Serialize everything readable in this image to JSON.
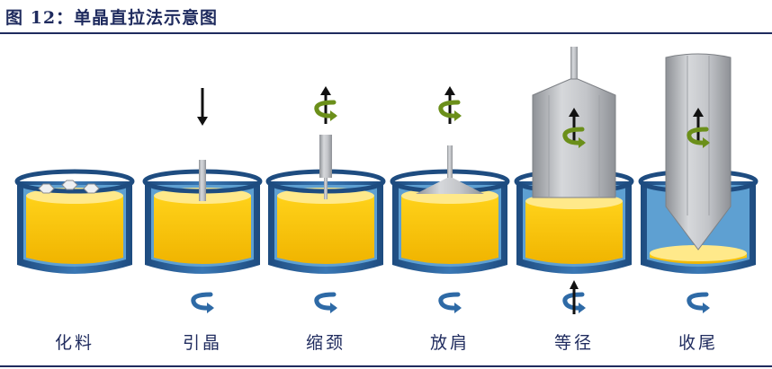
{
  "figure": {
    "title": "图 12：单晶直拉法示意图"
  },
  "stages": [
    {
      "label": "化料"
    },
    {
      "label": "引晶"
    },
    {
      "label": "缩颈"
    },
    {
      "label": "放肩"
    },
    {
      "label": "等径"
    },
    {
      "label": "收尾"
    }
  ],
  "colors": {
    "crucible_outer": "#2e5f95",
    "crucible_inner": "#5ea0d2",
    "melt": "#f5c000",
    "melt_top": "#ffe98a",
    "crystal": "#b7b9bd",
    "arrow": "#111111",
    "rotation_arrow": "#2e6aa6",
    "rotation_arrow_green": "#6b8f1a",
    "title_color": "#1f2b5e"
  },
  "icons": {
    "crucible_rotation": "counterclockwise-arrow-icon",
    "seed_rotation": "rotation-arrow-icon",
    "pull_direction": "up-arrow-icon"
  }
}
